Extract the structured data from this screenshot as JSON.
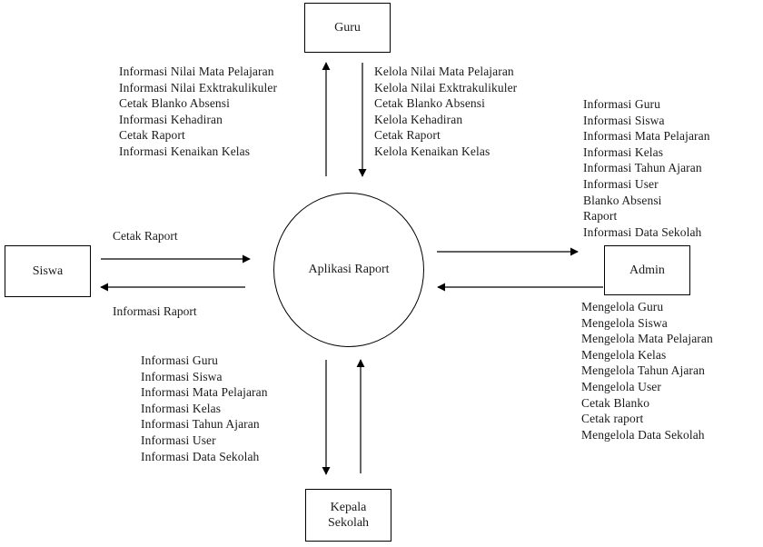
{
  "process": {
    "label": "Aplikasi Raport"
  },
  "entities": {
    "guru": "Guru",
    "siswa": "Siswa",
    "admin": "Admin",
    "kepala_line1": "Kepala",
    "kepala_line2": "Sekolah"
  },
  "flows": {
    "to_guru": [
      "Informasi Nilai Mata Pelajaran",
      "Informasi Nilai Exktrakulikuler",
      "Cetak Blanko Absensi",
      "Informasi Kehadiran",
      "Cetak Raport",
      "Informasi Kenaikan Kelas"
    ],
    "from_guru": [
      "Kelola Nilai Mata Pelajaran",
      "Kelola Nilai Exktrakulikuler",
      "Cetak Blanko Absensi",
      "Kelola Kehadiran",
      "Cetak Raport",
      "Kelola Kenaikan Kelas"
    ],
    "to_admin": [
      "Informasi Guru",
      "Informasi Siswa",
      "Informasi Mata Pelajaran",
      "Informasi Kelas",
      "Informasi Tahun Ajaran",
      "Informasi User",
      "Blanko Absensi",
      "Raport",
      "Informasi Data Sekolah"
    ],
    "from_admin": [
      "Mengelola Guru",
      "Mengelola Siswa",
      "Mengelola Mata Pelajaran",
      "Mengelola Kelas",
      "Mengelola Tahun Ajaran",
      "Mengelola User",
      "Cetak Blanko",
      "Cetak raport",
      "Mengelola Data Sekolah"
    ],
    "to_kepala": [
      "Informasi Guru",
      "Informasi Siswa",
      "Informasi Mata Pelajaran",
      "Informasi Kelas",
      "Informasi Tahun Ajaran",
      "Informasi User",
      "Informasi Data Sekolah"
    ],
    "from_siswa": "Cetak Raport",
    "to_siswa": "Informasi Raport"
  }
}
